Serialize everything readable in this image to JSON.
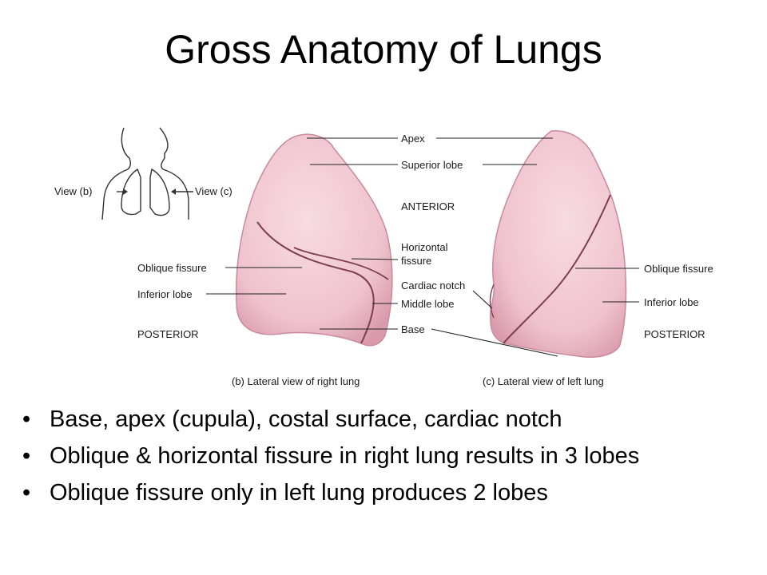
{
  "title": "Gross Anatomy of Lungs",
  "figure": {
    "labels": {
      "apex": "Apex",
      "superior_lobe": "Superior lobe",
      "anterior": "ANTERIOR",
      "horizontal_fissure_1": "Horizontal",
      "horizontal_fissure_2": "fissure",
      "cardiac_notch": "Cardiac notch",
      "middle_lobe": "Middle lobe",
      "base": "Base",
      "oblique_fissure_left": "Oblique fissure",
      "inferior_lobe_left": "Inferior lobe",
      "posterior_left": "POSTERIOR",
      "oblique_fissure_right": "Oblique fissure",
      "inferior_lobe_right": "Inferior lobe",
      "posterior_right": "POSTERIOR",
      "view_b": "View (b)",
      "view_c": "View (c)",
      "caption_b": "(b) Lateral view of right lung",
      "caption_c": "(c) Lateral view of left lung"
    },
    "colors": {
      "lung_fill": "#f1c9d2",
      "lung_shade": "#d99aab",
      "fissure": "#7d3e55",
      "leader": "#222222"
    }
  },
  "bullets": [
    "Base, apex (cupula), costal surface, cardiac notch",
    "Oblique & horizontal fissure in right lung results in 3 lobes",
    "Oblique fissure only in left lung produces 2 lobes"
  ],
  "bullet_glyph": "•"
}
